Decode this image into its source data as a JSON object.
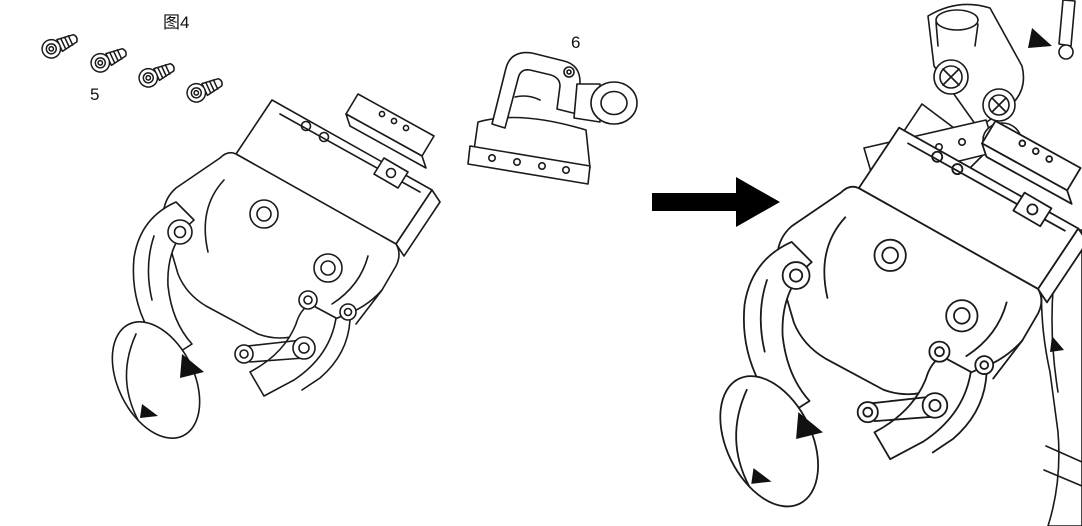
{
  "figure": {
    "caption": "图4"
  },
  "parts": {
    "screws_label": "5",
    "bracket_label": "6"
  },
  "arrow": {
    "direction": "right"
  },
  "colors": {
    "line": "#1a1a1a",
    "background": "#ffffff",
    "arrow_fill": "#000000",
    "dark_fill": "#111111"
  }
}
